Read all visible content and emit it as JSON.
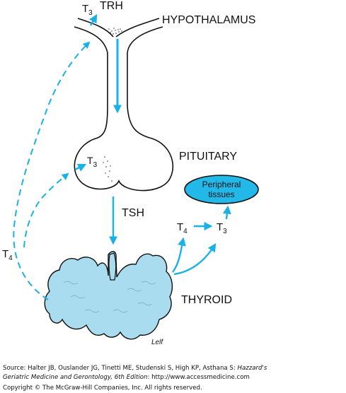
{
  "diagram": {
    "labels": {
      "hypothalamus": "HYPOTHALAMUS",
      "trh": "TRH",
      "t3_top": "T",
      "t3_top_sub": "3",
      "pituitary": "PITUITARY",
      "t3_pituitary": "T",
      "t3_pituitary_sub": "3",
      "tsh": "TSH",
      "peripheral": "Peripheral",
      "tissues": "tissues",
      "t4_right": "T",
      "t4_right_sub": "4",
      "t3_right": "T",
      "t3_right_sub": "3",
      "t4_left": "T",
      "t4_left_sub": "4",
      "thyroid": "THYROID",
      "signature": "Lelf"
    },
    "colors": {
      "arrow": "#1ab2e6",
      "gland_fill": "#a9dcef",
      "ellipse_fill": "#22b9e9",
      "outline": "#111111"
    }
  },
  "footer": {
    "source_prefix": "Source: Halter JB, Ouslander JG, Tinetti ME, Studenski S, High KP, Asthana S: ",
    "source_title_1": "Hazzard's",
    "source_title_2": "Geriatric Medicine and Gerontology, 6th Edition",
    "source_suffix": ": http://www.accessmedicine.com",
    "copyright": "Copyright © The McGraw-Hill Companies, Inc. All rights reserved."
  }
}
